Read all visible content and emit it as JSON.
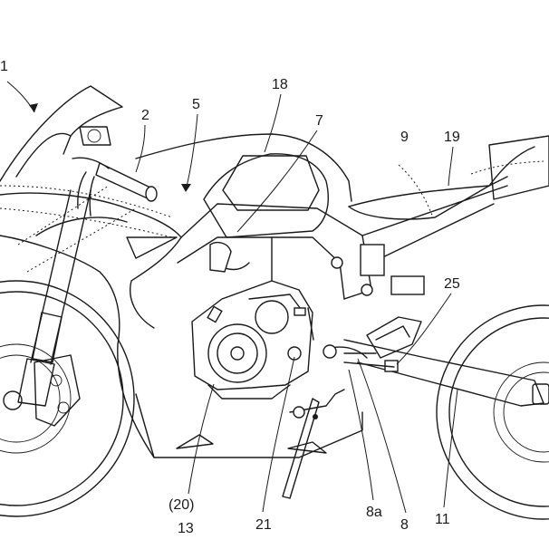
{
  "figure": {
    "labels": {
      "l1": "1",
      "l2": "2",
      "l5": "5",
      "l18": "18",
      "l7": "7",
      "l9": "9",
      "l19": "19",
      "l25": "25",
      "l20": "(20)",
      "l13": "13",
      "l21": "21",
      "l8a": "8a",
      "l8": "8",
      "l11": "11"
    }
  }
}
